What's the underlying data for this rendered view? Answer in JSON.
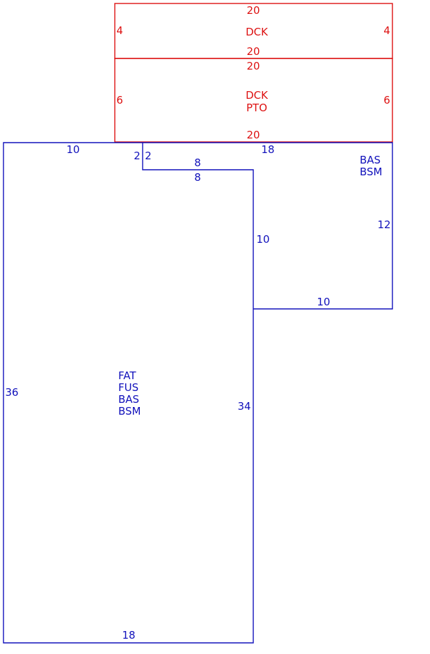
{
  "colors": {
    "red": "#dd1111",
    "blue": "#1111bb"
  },
  "dck_top": {
    "top": "20",
    "left": "4",
    "right": "4",
    "bottom": "20",
    "codes": [
      "DCK"
    ]
  },
  "dck_pto": {
    "top": "20",
    "left": "6",
    "right": "6",
    "bottom": "20",
    "codes": [
      "DCK",
      "PTO"
    ]
  },
  "main": {
    "top_left": "10",
    "notch_left": "2",
    "notch_right": "2",
    "notch_top": "8",
    "notch_bottom": "8",
    "top_right": "18",
    "right_upper": "12",
    "inner_vertical": "10",
    "step_bottom": "10",
    "right_lower": "34",
    "left": "36",
    "bottom": "18",
    "codes_right": [
      "BAS",
      "BSM"
    ],
    "codes_center": [
      "FAT",
      "FUS",
      "BAS",
      "BSM"
    ]
  }
}
